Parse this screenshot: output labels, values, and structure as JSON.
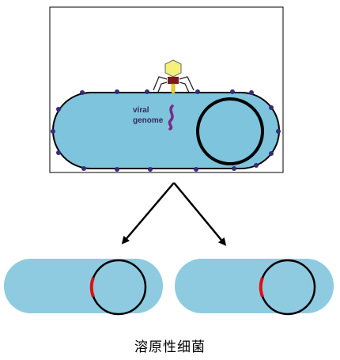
{
  "top_panel": {
    "label_line1": "viral",
    "label_line2": "genome"
  },
  "caption": "溶原性细菌",
  "colors": {
    "cell_fill": "#7ec4dc",
    "cell_fill_light": "#8fcbe0",
    "outline": "#000000",
    "membrane_protein": "#3a2a7a",
    "phage_head": "#f5f07a",
    "phage_collar": "#7a1a1a",
    "viral_dna": "#7a2a8a",
    "integrated_prophage": "#e01010"
  }
}
